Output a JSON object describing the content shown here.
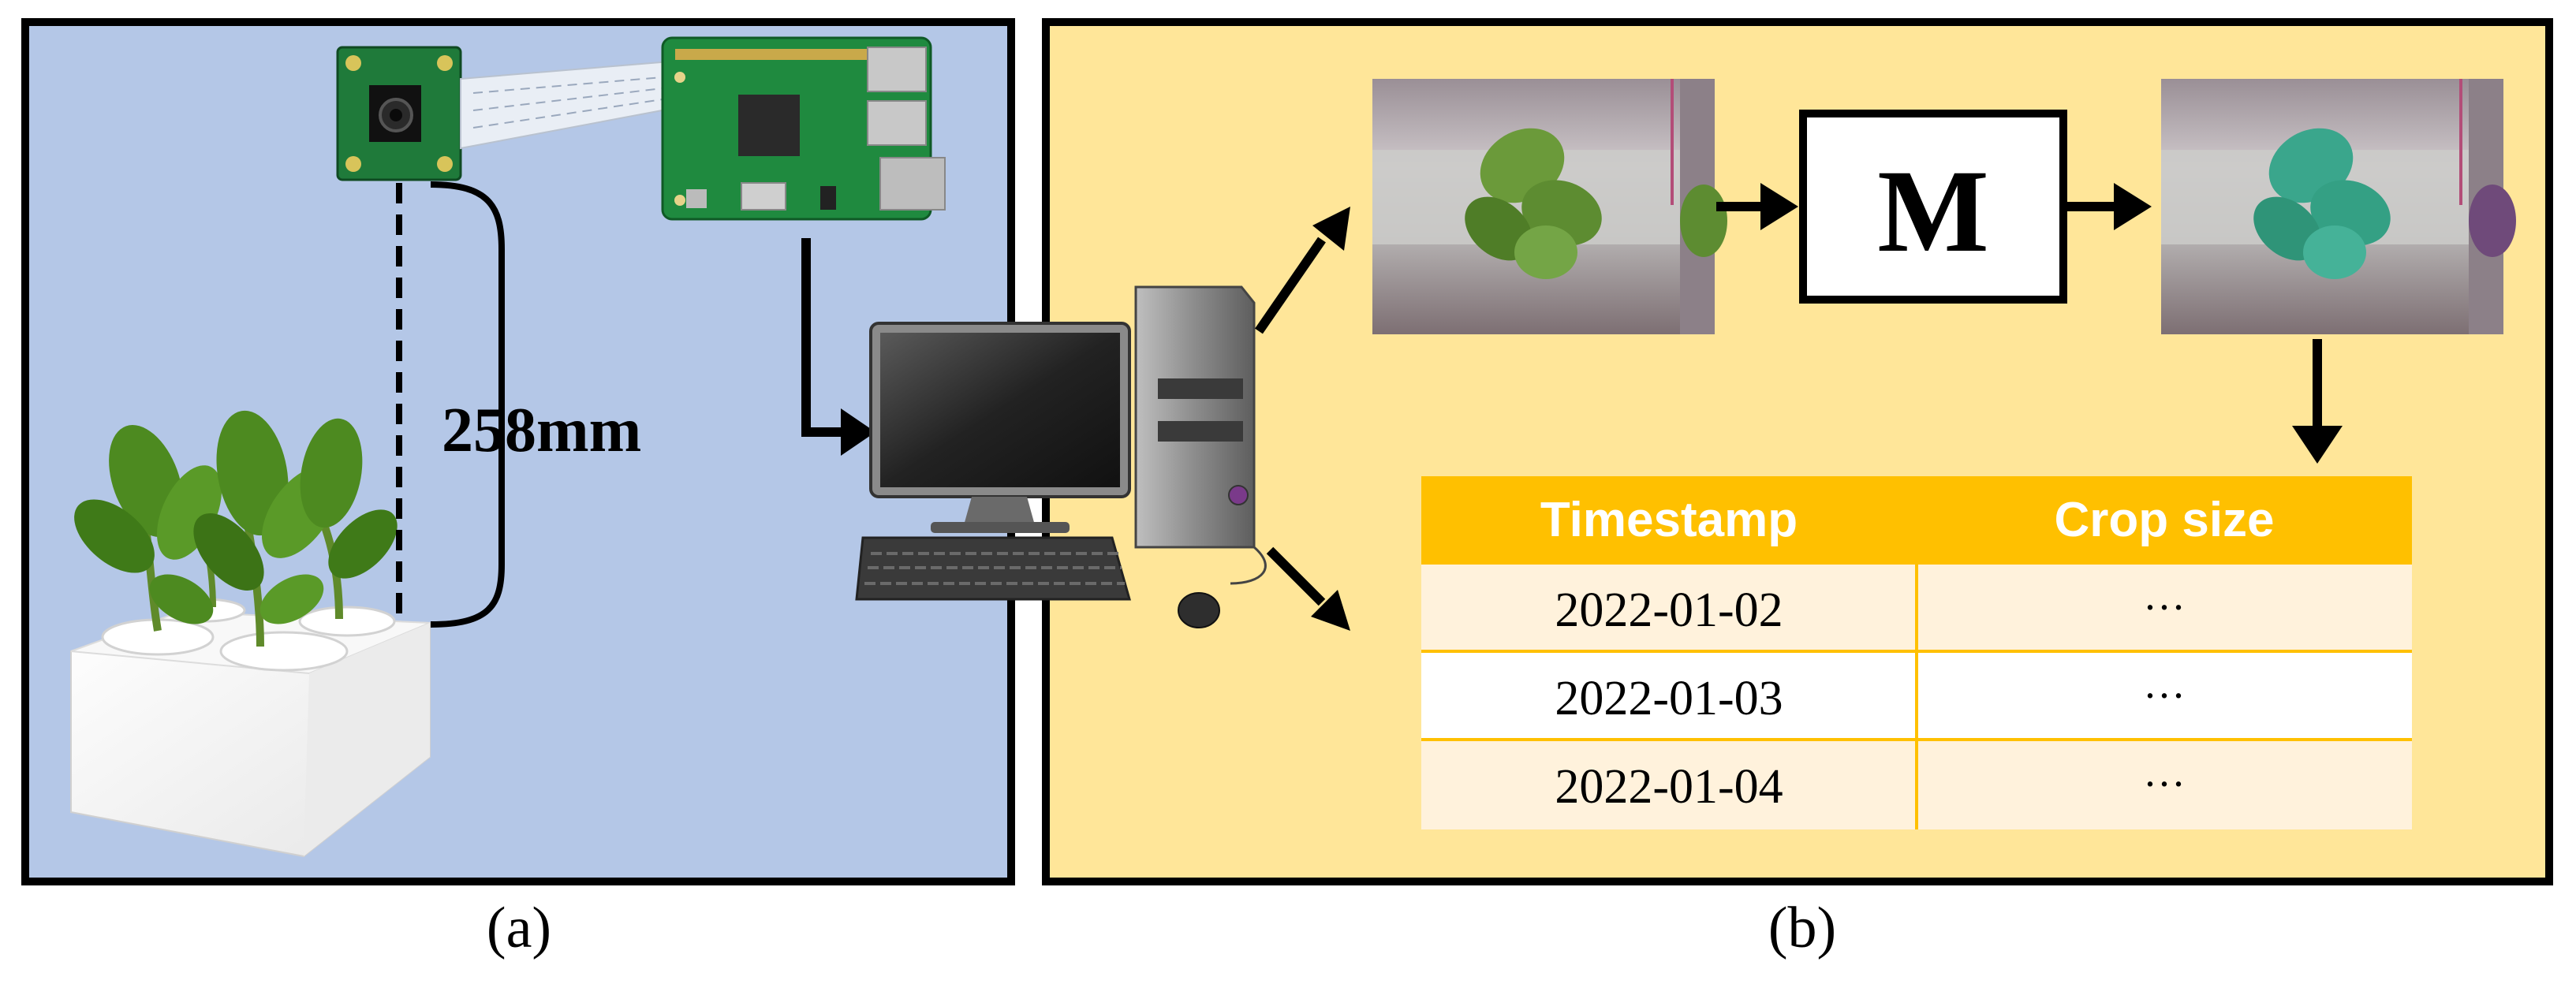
{
  "panel_a": {
    "background_color": "#b4c7e7",
    "distance_label": "258mm",
    "caption": "(a)"
  },
  "panel_b": {
    "background_color": "#ffe699",
    "model_label": "M",
    "caption": "(b)",
    "table": {
      "header_color": "#ffc000",
      "columns": [
        "Timestamp",
        "Crop size"
      ],
      "rows": [
        [
          "2022-01-02",
          "···"
        ],
        [
          "2022-01-03",
          "···"
        ],
        [
          "2022-01-04",
          "···"
        ]
      ]
    }
  },
  "icons": {
    "camera": "raspberry-pi-camera-icon",
    "board": "raspberry-pi-board-icon",
    "computer": "desktop-computer-icon",
    "plant_box": "hydroponic-plant-box-icon",
    "input_photo": "lettuce-photo-icon",
    "output_photo": "segmented-lettuce-photo-icon"
  }
}
